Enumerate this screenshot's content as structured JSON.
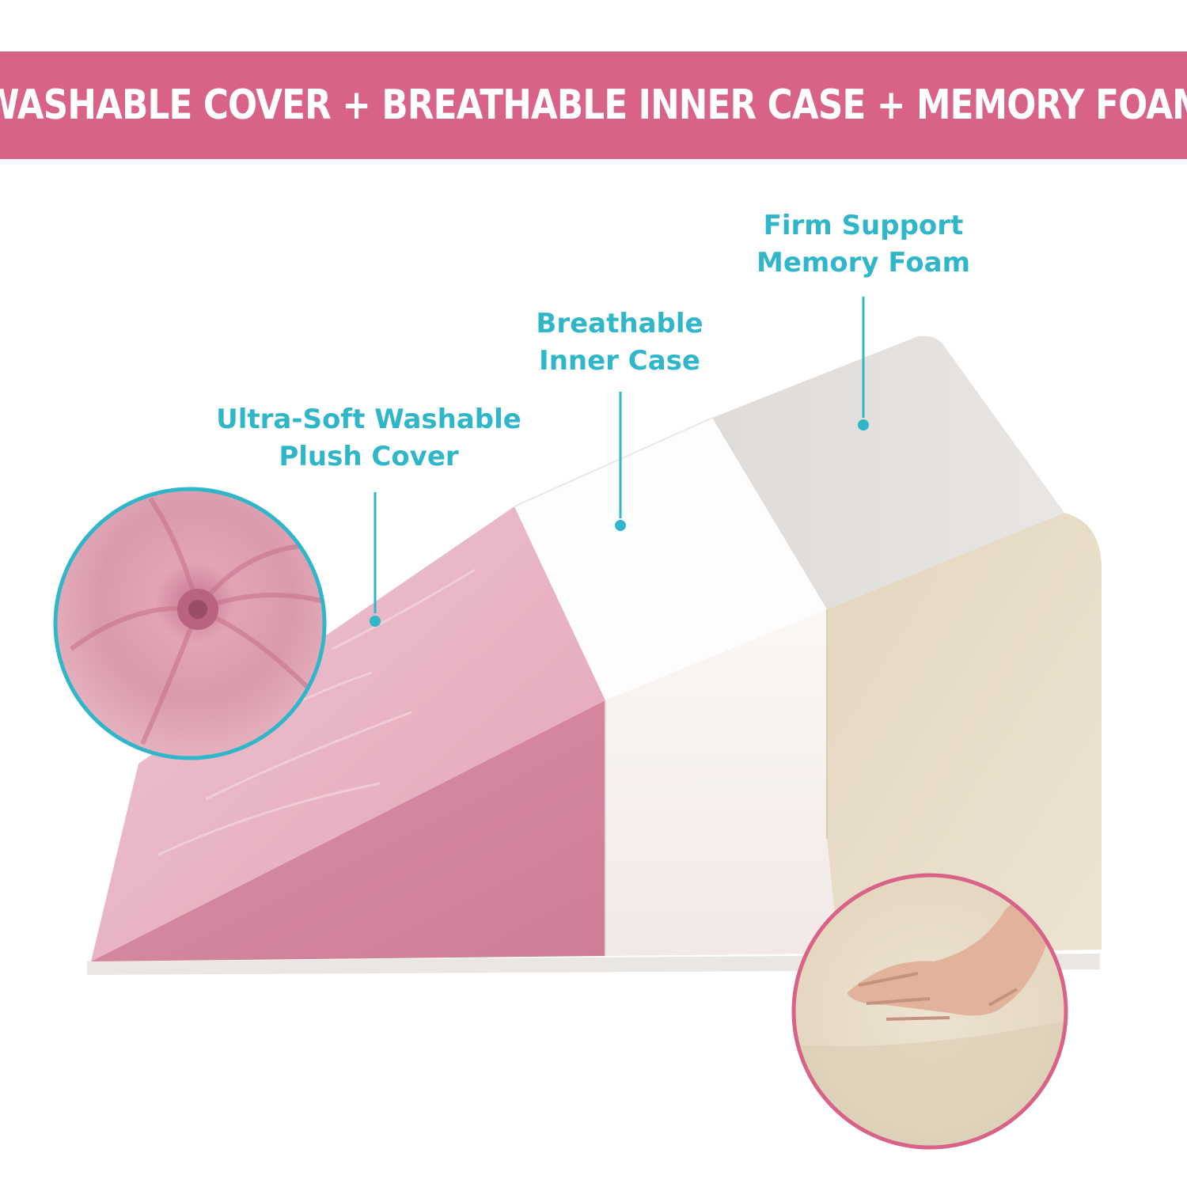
{
  "banner": {
    "text": "WASHABLE COVER + BREATHABLE INNER CASE + MEMORY FOAM"
  },
  "callouts": [
    {
      "line1": "Ultra-Soft Washable",
      "line2": "Plush Cover"
    },
    {
      "line1": "Breathable",
      "line2": "Inner Case"
    },
    {
      "line1": "Firm Support",
      "line2": "Memory Foam"
    }
  ],
  "colors": {
    "banner": "#d96287",
    "label": "#2fb7c9",
    "circle_border_left": "#2fb7c9",
    "circle_border_right": "#d96287",
    "cover_pink": "#e3a9b9",
    "inner_case_white": "#f9f4f2",
    "foam_beige": "#e7dcc8"
  },
  "icons": {
    "left_circle": "pink-fabric-swirl-closeup",
    "right_circle": "hand-pressing-memory-foam-closeup"
  }
}
